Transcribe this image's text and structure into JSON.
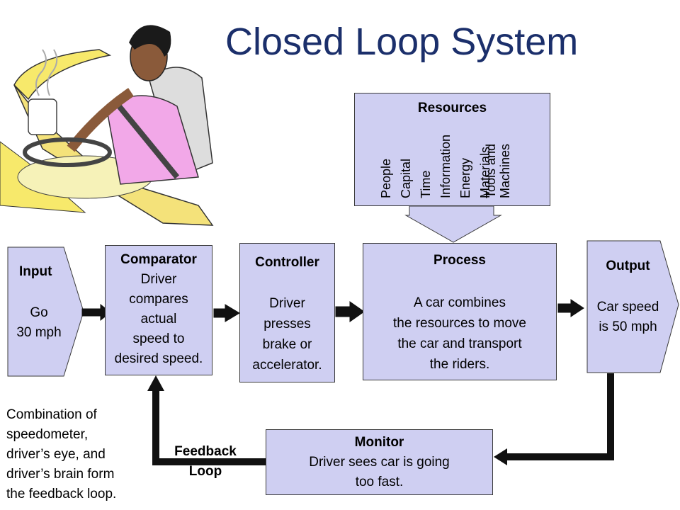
{
  "title": "Closed Loop System",
  "resources": {
    "title": "Resources",
    "items": [
      "People",
      "Capital",
      "Time",
      "Information",
      "Energy",
      "Materials",
      "Tools and\nMachines"
    ]
  },
  "input": {
    "title": "Input",
    "lines": [
      "Go",
      "30 mph"
    ]
  },
  "comparator": {
    "title": "Comparator",
    "lines": [
      "Driver",
      "compares",
      "actual",
      "speed to",
      "desired speed."
    ]
  },
  "controller": {
    "title": "Controller",
    "lines": [
      "Driver",
      "presses",
      "brake or",
      "accelerator."
    ]
  },
  "process": {
    "title": "Process",
    "lines": [
      "A car combines",
      "the resources to move",
      "the car and transport",
      "the riders."
    ]
  },
  "output": {
    "title": "Output",
    "lines": [
      "Car speed",
      "is 50 mph"
    ]
  },
  "monitor": {
    "title": "Monitor",
    "lines": [
      "Driver sees car is going",
      "too fast."
    ]
  },
  "feedback_label": [
    "Feedback",
    "Loop"
  ],
  "note": [
    "Combination of",
    "speedometer,",
    "driver’s eye, and",
    "driver’s brain form",
    "the feedback loop."
  ],
  "colors": {
    "box_fill": "#cfcff2",
    "title": "#1b2f6b",
    "arrow": "#111111"
  }
}
